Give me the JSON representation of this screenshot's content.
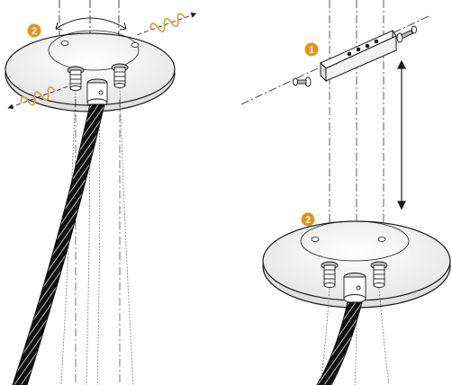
{
  "figure": {
    "background": "#ffffff",
    "line_color": "#1a1a1a",
    "accent_color": "#e69119",
    "spring_color": "#d9a441"
  },
  "steps": {
    "left_canopy_step": "2",
    "bracket_step": "1",
    "right_canopy_step": "2"
  },
  "icons": {
    "rotate": "rotate-arrow-icon",
    "double_arrow": "double-arrow-icon",
    "spring": "spring-icon",
    "screw": "screw-icon"
  }
}
